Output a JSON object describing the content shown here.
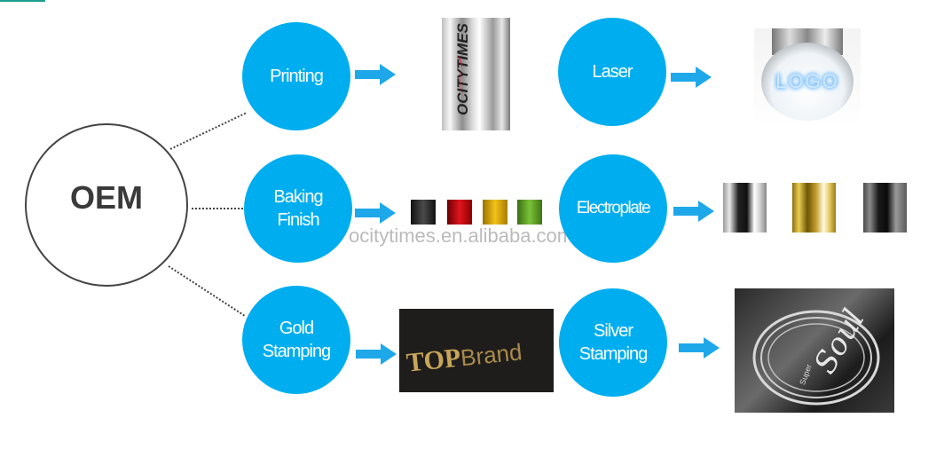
{
  "center": {
    "label": "OEM"
  },
  "processes": [
    {
      "id": "printing",
      "label": "Printing",
      "sample": "Printed pen barrel with OCITYTIMES logo"
    },
    {
      "id": "laser",
      "label": "Laser",
      "sample": "Laser-engraved cap with glowing LOGO",
      "sample_text": "LOGO"
    },
    {
      "id": "baking",
      "label": "Baking Finish",
      "line1": "Baking",
      "line2": "Finish",
      "sample": "Four colored caps: black, red, gold, green"
    },
    {
      "id": "electroplate",
      "label": "Electroplate",
      "sample": "Three plated caps: silver, gold, gunmetal"
    },
    {
      "id": "gold-stamping",
      "label": "Gold Stamping",
      "line1": "Gold",
      "line2": "Stamping",
      "sample": "TOPBrand gold foil on black card",
      "sample_text_a": "TOP",
      "sample_text_b": "Brand"
    },
    {
      "id": "silver-stamping",
      "label": "Silver Stamping",
      "line1": "Silver",
      "line2": "Stamping",
      "sample": "Super Soul silver foil emblem",
      "sample_text_a": "Super",
      "sample_text_b": "Soul"
    }
  ],
  "printing_logo_text": "OCITYTIMES",
  "watermark": "ocitytimes.en.alibaba.com",
  "colors": {
    "bubble": "#00aeef",
    "arrow": "#1ea8ea",
    "oem_border": "#444444",
    "accent_line": "#1a9e8e"
  }
}
